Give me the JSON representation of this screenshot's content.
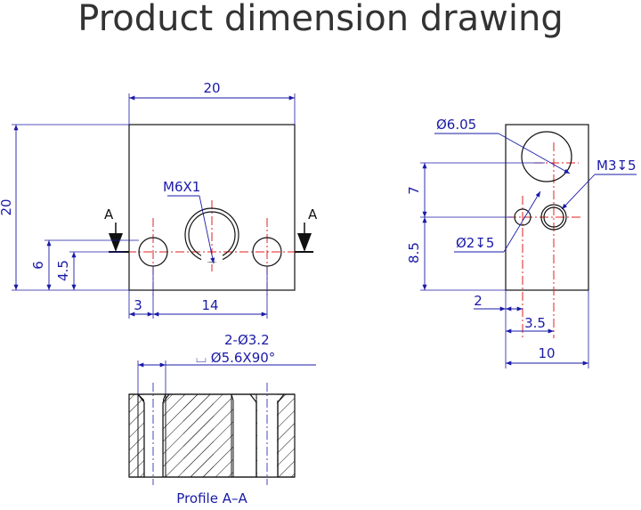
{
  "title": "Product dimension drawing",
  "front_view": {
    "width": "20",
    "height": "20",
    "thread": "M6X1",
    "section_left": "A",
    "section_right": "A",
    "dim_6": "6",
    "dim_4_5": "4.5",
    "dim_3": "3",
    "dim_14": "14"
  },
  "side_view": {
    "dia_6_05": "Ø6.05",
    "thread_m3": "M3↧5",
    "dia_2": "Ø2↧5",
    "dim_7": "7",
    "dim_8_5": "8.5",
    "dim_2": "2",
    "dim_3_5": "3.5",
    "dim_10": "10"
  },
  "section_view": {
    "holes": "2-Ø3.2",
    "countersink": "⌴ Ø5.6X90°",
    "caption": "Profile A–A"
  },
  "colors": {
    "line": "#111111",
    "dimension": "#1a1aa8",
    "center": "#e02020"
  }
}
